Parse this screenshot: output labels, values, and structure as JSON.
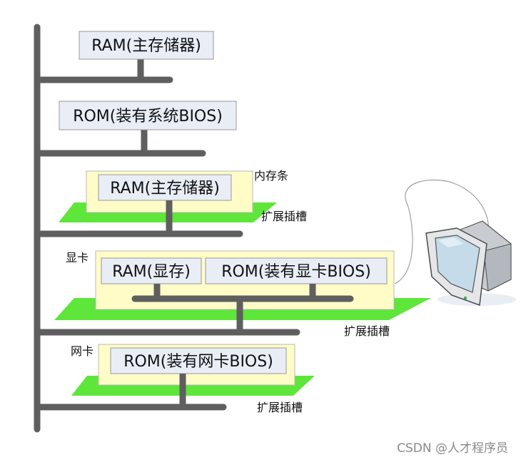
{
  "blocks": {
    "ram_main_1": "RAM(主存储器)",
    "rom_bios": "ROM(装有系统BIOS)",
    "ram_main_2": "RAM(主存储器)",
    "ram_video": "RAM(显存)",
    "rom_video": "ROM(装有显卡BIOS)",
    "rom_net": "ROM(装有网卡BIOS)"
  },
  "labels": {
    "memory_stick": "内存条",
    "slot_1": "扩展插槽",
    "graphics_card": "显卡",
    "slot_2": "扩展插槽",
    "network_card": "网卡",
    "slot_3": "扩展插槽"
  },
  "watermark": "CSDN @人才程序员",
  "colors": {
    "bus": "#5f5f5f",
    "chip_fill": "#e8edf6",
    "card_fill": "#fffcc8",
    "slot_fill": "#5ee63a"
  }
}
